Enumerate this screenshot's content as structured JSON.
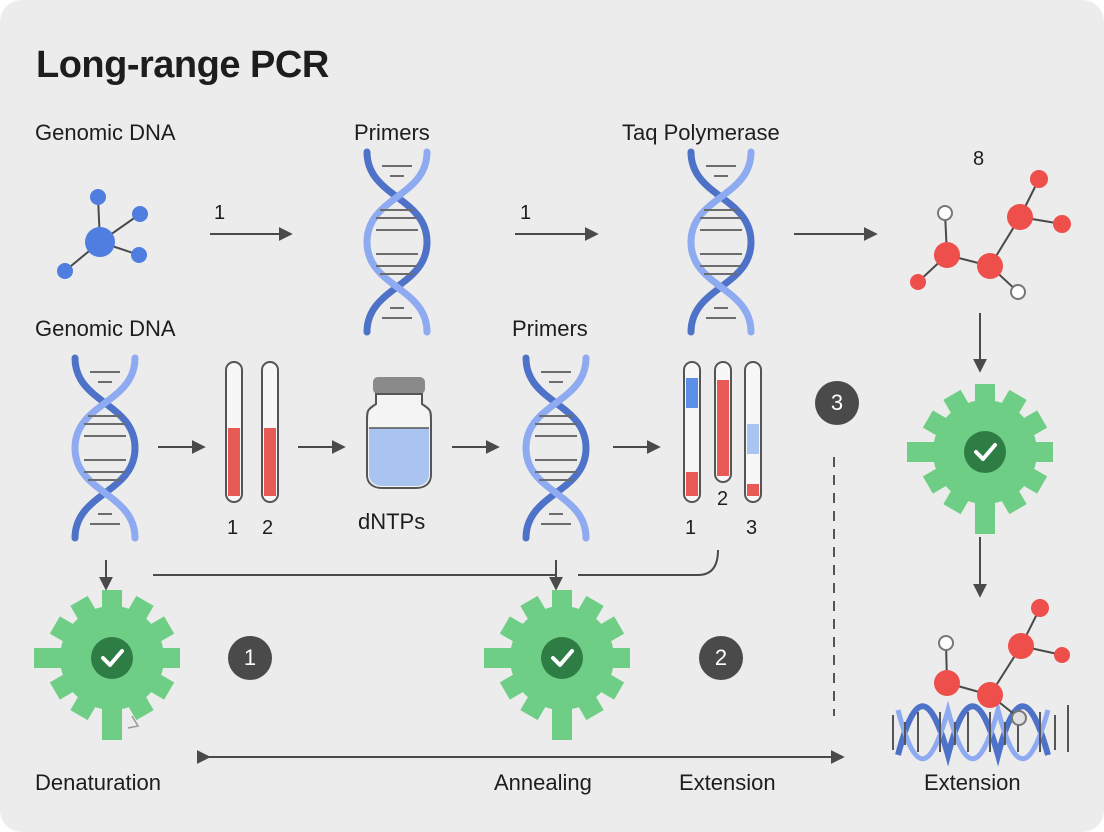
{
  "title": "Long-range PCR",
  "top_row": {
    "genomic_dna": "Genomic DNA",
    "primers": "Primers",
    "taq": "Taq Polymerase",
    "step_num_a": "1",
    "step_num_b": "1",
    "product_num": "8"
  },
  "middle_row": {
    "genomic_dna": "Genomic DNA",
    "primers": "Primers",
    "dntps": "dNTPs",
    "tube_labels_a": [
      "1",
      "2"
    ],
    "tube_labels_b": [
      "1",
      "2",
      "3"
    ]
  },
  "badges": [
    "1",
    "2",
    "3"
  ],
  "bottom_labels": {
    "denaturation": "Denaturation",
    "annealing": "Annealing",
    "extension_mid": "Extension",
    "extension_right": "Extension"
  },
  "colors": {
    "background": "#ececec",
    "dna_blue": "#5b7fd0",
    "gear_green": "#6fce86",
    "check_dark": "#2e7d45",
    "tube_red": "#e85a55",
    "node_red": "#ee4f4b",
    "arrow": "#4a4a4a"
  },
  "icons": [
    "molecule-icon",
    "dna-helix-icon",
    "test-tube-icon",
    "reagent-bottle-icon",
    "gear-check-icon",
    "polymer-chain-icon"
  ]
}
